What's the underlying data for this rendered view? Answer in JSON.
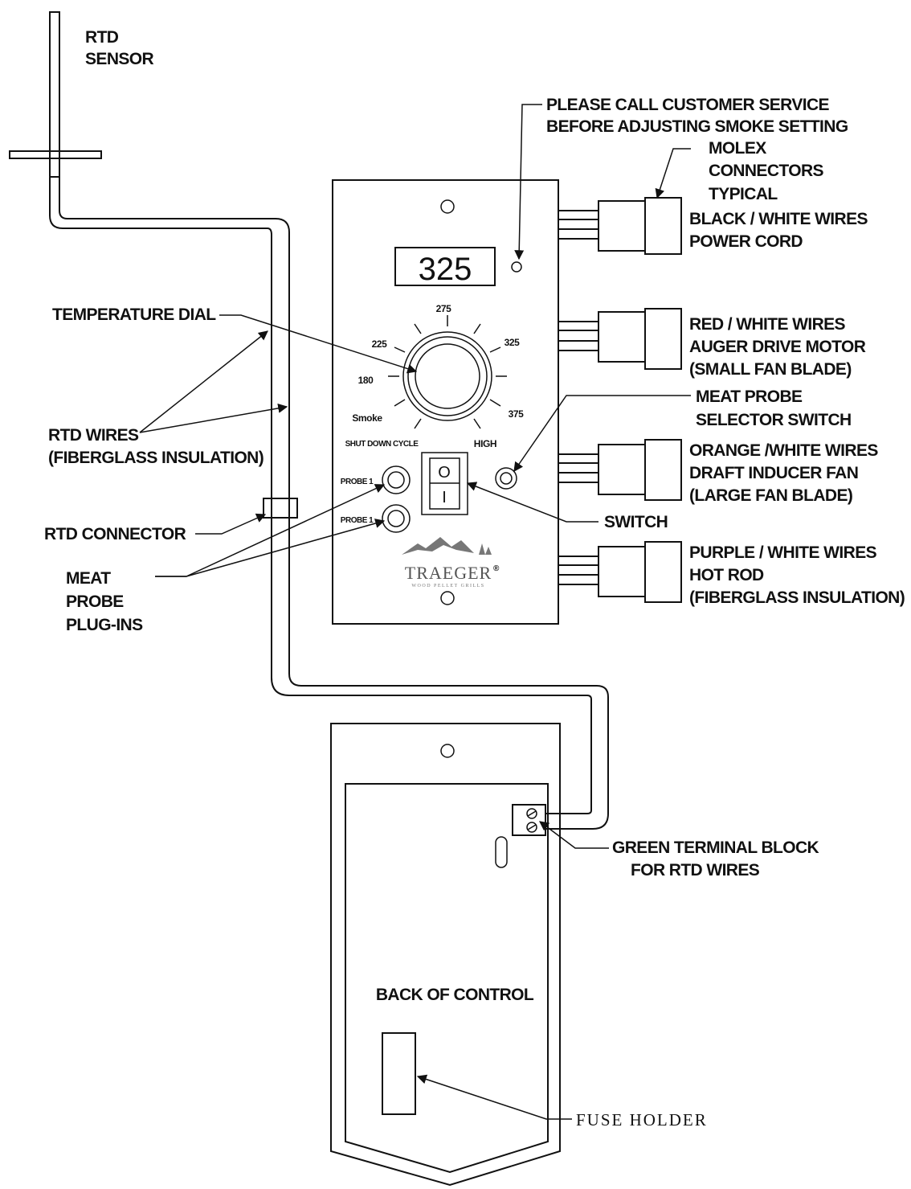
{
  "labels": {
    "rtd_sensor": [
      "RTD",
      "SENSOR"
    ],
    "customer_service": [
      "PLEASE CALL CUSTOMER SERVICE",
      "BEFORE ADJUSTING SMOKE SETTING"
    ],
    "molex": [
      "MOLEX",
      "CONNECTORS",
      "TYPICAL"
    ],
    "black_white": [
      "BLACK / WHITE WIRES",
      "POWER CORD"
    ],
    "temperature_dial": "TEMPERATURE DIAL",
    "red_white": [
      "RED / WHITE WIRES",
      "AUGER DRIVE MOTOR",
      "(SMALL FAN BLADE)"
    ],
    "meat_probe_selector": [
      "MEAT PROBE",
      "SELECTOR SWITCH"
    ],
    "rtd_wires": [
      "RTD WIRES",
      "(FIBERGLASS INSULATION)"
    ],
    "orange_white": [
      "ORANGE /WHITE WIRES",
      "DRAFT INDUCER FAN",
      "(LARGE FAN BLADE)"
    ],
    "rtd_connector": "RTD CONNECTOR",
    "switch": "SWITCH",
    "meat_probe_plugins": [
      "MEAT",
      "PROBE",
      "PLUG-INS"
    ],
    "purple_white": [
      "PURPLE / WHITE WIRES",
      "HOT ROD",
      "(FIBERGLASS INSULATION)"
    ],
    "green_terminal": [
      "GREEN TERMINAL BLOCK",
      "FOR RTD WIRES"
    ],
    "back_of_control": "BACK OF CONTROL",
    "fuse_holder": "FUSE HOLDER"
  },
  "panel": {
    "display_value": "325",
    "dial_marks": {
      "m275": "275",
      "m225": "225",
      "m325": "325",
      "m180": "180",
      "smoke": "Smoke",
      "m375": "375",
      "shutdown": "SHUT DOWN CYCLE",
      "high": "HIGH"
    },
    "switch_top": "O",
    "switch_bottom": "I",
    "probe_top": "PROBE 1",
    "probe_bottom": "PROBE 1",
    "brand_name": "TRAEGER",
    "brand_mark": "®",
    "brand_tagline": "WOOD PELLET GRILLS"
  }
}
